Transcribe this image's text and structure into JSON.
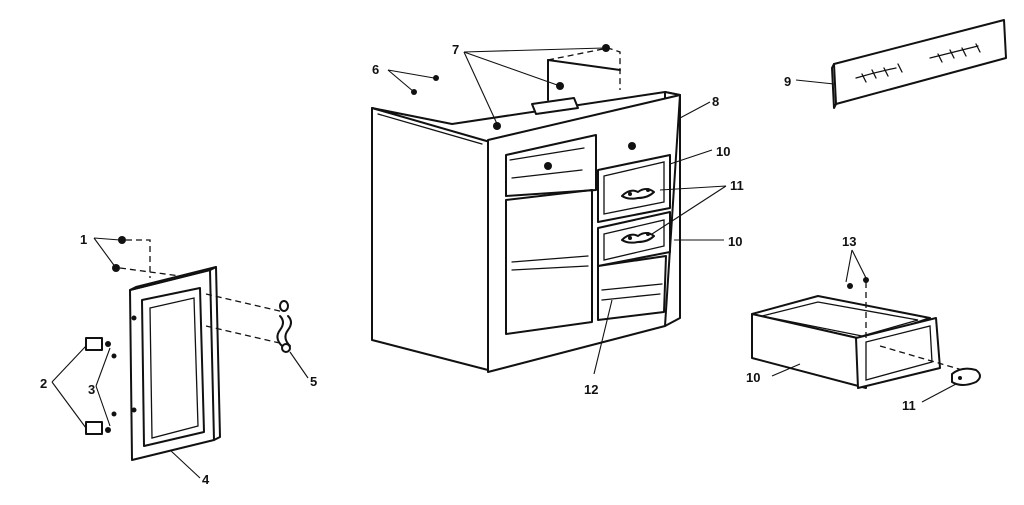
{
  "callouts": {
    "c1": "1",
    "c2": "2",
    "c3": "3",
    "c4": "4",
    "c5": "5",
    "c6": "6",
    "c7": "7",
    "c8": "8",
    "c9": "9",
    "c10a": "10",
    "c10b": "10",
    "c10c": "10",
    "c11a": "11",
    "c11b": "11",
    "c12": "12",
    "c13": "13"
  }
}
